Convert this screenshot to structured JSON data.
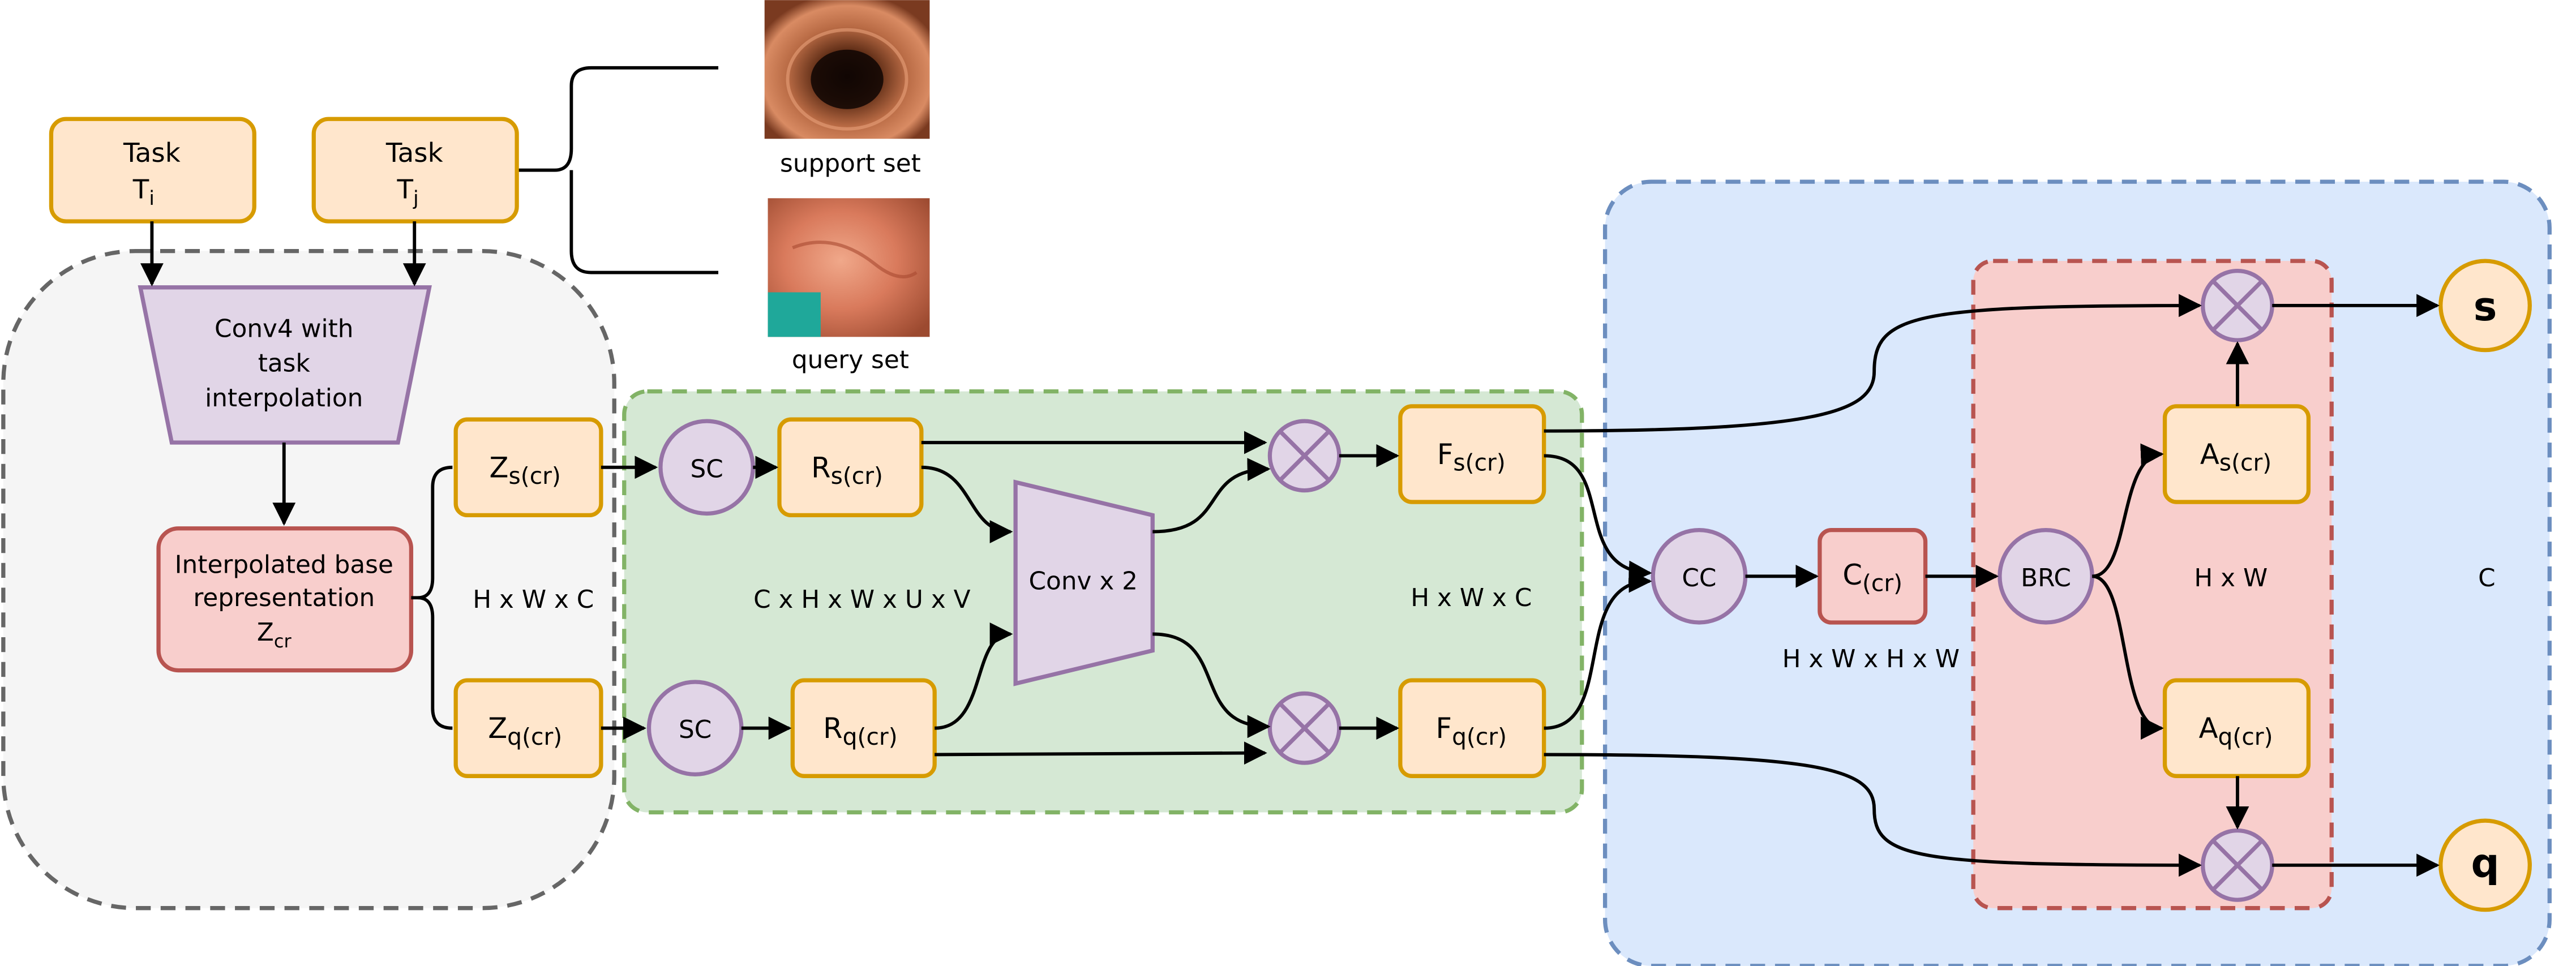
{
  "tasks": {
    "ti": {
      "title": "Task",
      "base": "T",
      "sub": "i"
    },
    "tj": {
      "title": "Task",
      "base": "T",
      "sub": "j"
    }
  },
  "images": {
    "support_caption": "support set",
    "query_caption": "query set"
  },
  "encoder": {
    "line1": "Conv4 with",
    "line2": "task",
    "line3": "interpolation"
  },
  "interp": {
    "line1": "Interpolated base",
    "line2": "representation",
    "base": "Z",
    "sub": "cr"
  },
  "z_s": {
    "base": "Z",
    "sub": "s(cr)"
  },
  "z_q": {
    "base": "Z",
    "sub": "q(cr)"
  },
  "dim_hwc_left": "H x W x C",
  "sc_top": "SC",
  "sc_bottom": "SC",
  "r_s": {
    "base": "R",
    "sub": "s(cr)"
  },
  "r_q": {
    "base": "R",
    "sub": "q(cr)"
  },
  "dim_chwuv": "C x H x W x U x V",
  "conv2": "Conv x 2",
  "dim_hwc_right": "H x W x C",
  "f_s": {
    "base": "F",
    "sub": "s(cr)"
  },
  "f_q": {
    "base": "F",
    "sub": "q(cr)"
  },
  "cc": "CC",
  "c_cr": {
    "base": "C",
    "sub": "(cr)"
  },
  "dim_hwhw": "H x W x H x W",
  "brc": "BRC",
  "dim_hw": "H x W",
  "c_label": "C",
  "a_s": {
    "base": "A",
    "sub": "s(cr)"
  },
  "a_q": {
    "base": "A",
    "sub": "q(cr)"
  },
  "out_s": "s",
  "out_q": "q",
  "colors": {
    "orange_fill": "#ffe6cc",
    "orange_stroke": "#d79b00",
    "purple_fill": "#e1d5e7",
    "purple_stroke": "#9673a6",
    "red_fill": "#f8cecc",
    "red_stroke": "#b85450",
    "green_fill": "#d5e8d4",
    "green_stroke": "#82b366",
    "blue_fill": "#dae8fc",
    "blue_stroke": "#6c8ebf",
    "gray_fill": "#f5f5f5",
    "gray_stroke": "#666666"
  }
}
